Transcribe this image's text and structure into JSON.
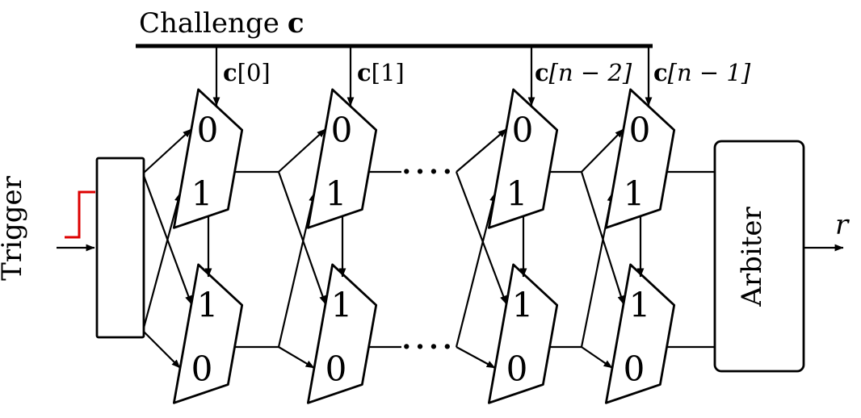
{
  "title": {
    "word": "Challenge",
    "symbol": "c"
  },
  "challenge_bits": [
    {
      "symbol": "c",
      "index": "[0]"
    },
    {
      "symbol": "c",
      "index": "[1]"
    },
    {
      "symbol": "c",
      "index": "[n − 2]"
    },
    {
      "symbol": "c",
      "index": "[n − 1]"
    }
  ],
  "trigger": {
    "label": "Trigger"
  },
  "arbiter": {
    "label": "Arbiter"
  },
  "output": {
    "label": "r"
  },
  "mux_labels": {
    "top": [
      "0",
      "1"
    ],
    "bottom": [
      "1",
      "0"
    ]
  },
  "continuation_dots": "····",
  "colors": {
    "wire": "#000000",
    "trigger_pulse": "#dd0000",
    "background": "#ffffff"
  }
}
